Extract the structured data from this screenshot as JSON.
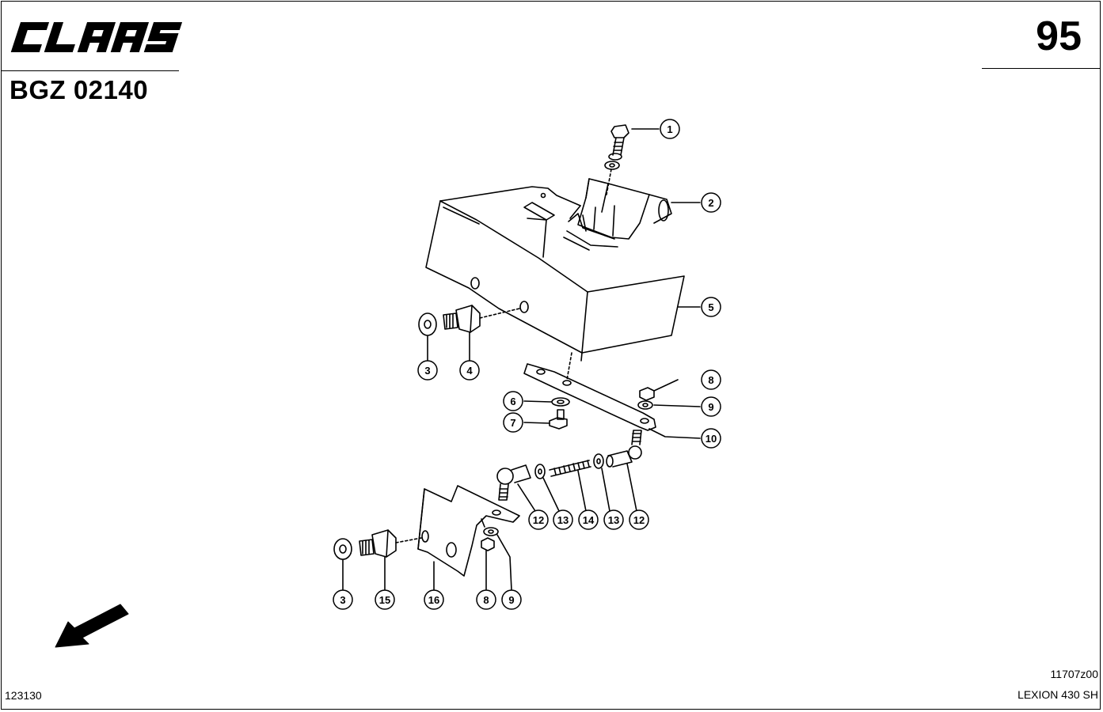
{
  "header": {
    "brand": "CLAAS",
    "page_number": "95",
    "drawing_code": "BGZ 02140"
  },
  "footer": {
    "left_code": "123130",
    "drawing_ref": "11707z00",
    "model": "LEXION 430 SH"
  },
  "callouts": [
    "1",
    "2",
    "5",
    "3",
    "4",
    "8",
    "9",
    "6",
    "7",
    "10",
    "12",
    "13",
    "14",
    "13",
    "12",
    "3",
    "15",
    "16",
    "8",
    "9"
  ],
  "colors": {
    "ink": "#000000",
    "paper": "#ffffff"
  },
  "icons": [
    "claas-logo",
    "direction-arrow-icon"
  ]
}
